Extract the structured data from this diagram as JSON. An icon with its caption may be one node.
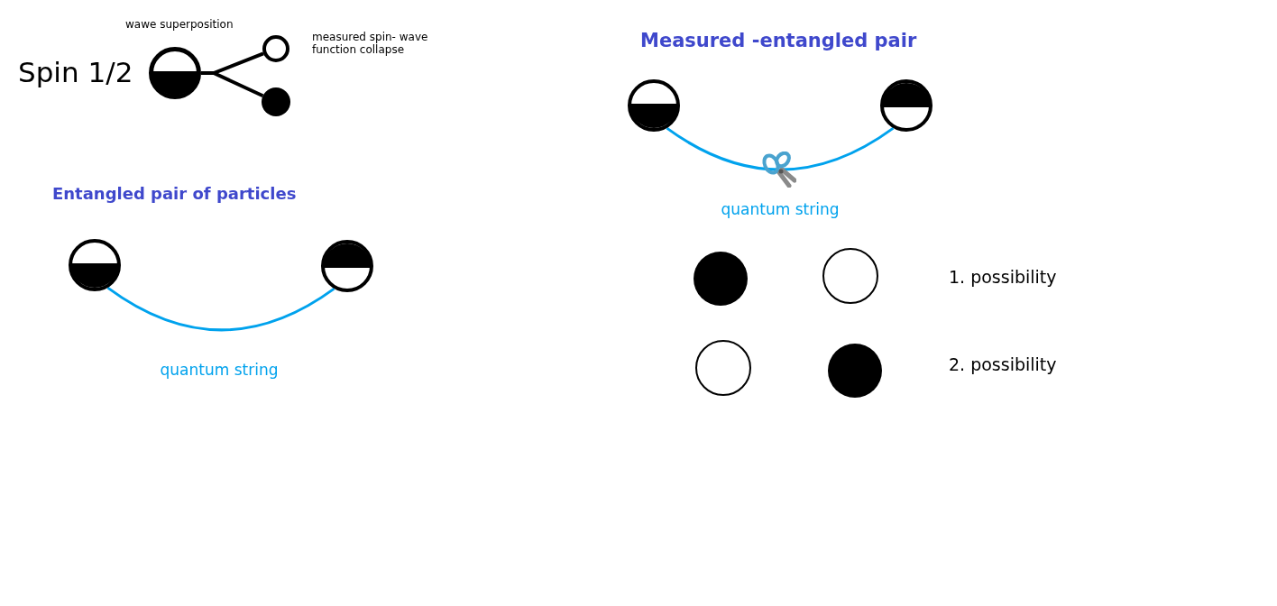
{
  "diagram": {
    "nodes": [
      {
        "text": [],
        "shape": "circle"
      },
      {
        "text": [],
        "shape": "circle"
      },
      {
        "text": [],
        "shape": "circle"
      },
      {
        "text": [],
        "shape": "circle"
      },
      {
        "text": [],
        "shape": "circle"
      },
      {
        "text": [],
        "shape": "circle"
      },
      {
        "text": [],
        "shape": "circle"
      },
      {
        "text": [],
        "shape": "circle"
      },
      {
        "text": [],
        "shape": "circle"
      },
      {
        "text": [],
        "shape": "circle"
      },
      {
        "text": [],
        "shape": "circle"
      }
    ],
    "edges": [
      {
        "from": 0,
        "to": 1,
        "arrow": "none"
      },
      {
        "from": 0,
        "to": 2,
        "arrow": "none"
      },
      {
        "from": 3,
        "to": 4,
        "arrow": "none",
        "label": "quantum string",
        "color": "#00a2ed"
      },
      {
        "from": 5,
        "to": 6,
        "arrow": "none",
        "label": "quantum string",
        "color": "#00a2ed"
      }
    ],
    "labels": [
      "wawe superposition",
      "Spin 1/2",
      "measured spin- wave function collapse",
      "Measured -entangled pair",
      "Entangled pair of particles",
      "1. possibility",
      "2. possibility"
    ]
  }
}
